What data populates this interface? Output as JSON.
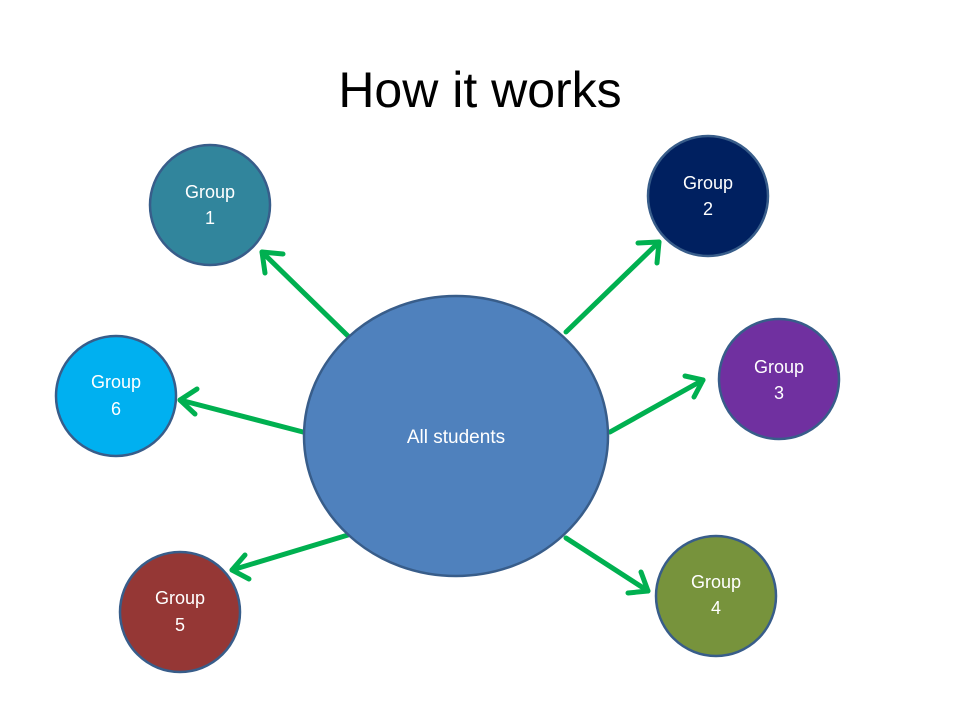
{
  "slide": {
    "title": "How it works"
  },
  "center": {
    "label": "All students",
    "color": "#4f81bd",
    "border": "#385d8a"
  },
  "groups": [
    {
      "line1": "Group",
      "line2": "1",
      "color": "#31859c"
    },
    {
      "line1": "Group",
      "line2": "2",
      "color": "#002060"
    },
    {
      "line1": "Group",
      "line2": "3",
      "color": "#7030a0"
    },
    {
      "line1": "Group",
      "line2": "4",
      "color": "#77933c"
    },
    {
      "line1": "Group",
      "line2": "5",
      "color": "#953735"
    },
    {
      "line1": "Group",
      "line2": "6",
      "color": "#00b0f0"
    }
  ],
  "arrow_color": "#00b050",
  "node_border": "#385d8a"
}
